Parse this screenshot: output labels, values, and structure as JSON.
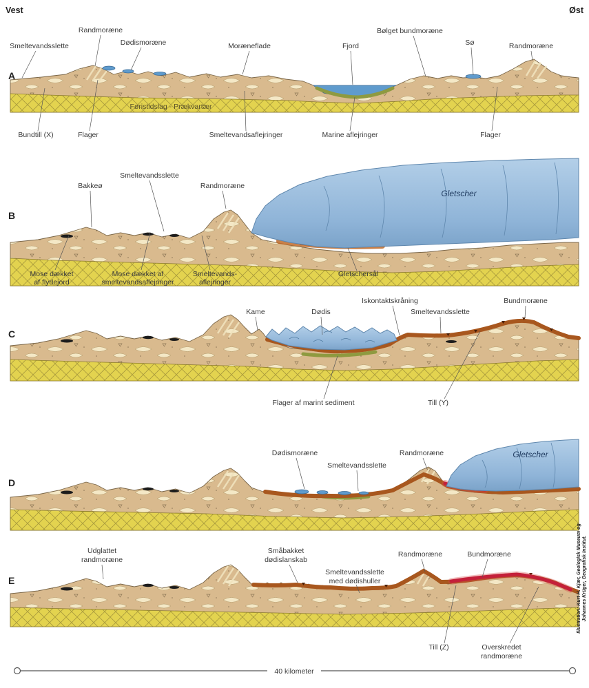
{
  "header": {
    "west": "Vest",
    "east": "Øst"
  },
  "panels": [
    {
      "letter": "A",
      "labels": {
        "smeltevandsslette": "Smeltevandsslette",
        "randmoraene_left": "Randmoræne",
        "doedismoraene": "Dødismoræne",
        "moraeneflade": "Moræneflade",
        "fjord": "Fjord",
        "boelget_bundmoraene": "Bølget bundmoræne",
        "soe": "Sø",
        "randmoraene_right": "Randmoræne",
        "foristidslag": "Føristidslag - Prækvartær",
        "bundtill": "Bundtill (X)",
        "flager_left": "Flager",
        "smeltevandsaflejringer": "Smeltevandsaflejringer",
        "marine_aflejringer": "Marine aflejringer",
        "flager_right": "Flager"
      }
    },
    {
      "letter": "B",
      "labels": {
        "bakkeoe": "Bakkeø",
        "smeltevandsslette": "Smeltevandsslette",
        "randmoraene": "Randmoræne",
        "gletscher": "Gletscher",
        "mose1_l1": "Mose dækket",
        "mose1_l2": "af flydejord",
        "mose2_l1": "Mose dækket af",
        "mose2_l2": "smeltevandsaflejringer",
        "smelte_l1": "Smeltevands-",
        "smelte_l2": "aflejringer",
        "gletschersaal": "Gletschersål"
      }
    },
    {
      "letter": "C",
      "labels": {
        "kame": "Kame",
        "doedis": "Dødis",
        "iskontaktskraaning": "Iskontaktskråning",
        "smeltevandsslette": "Smeltevandsslette",
        "bundmoraene": "Bundmoræne",
        "flager_marint": "Flager af marint sediment",
        "till_y": "Till (Y)"
      }
    },
    {
      "letter": "D",
      "labels": {
        "doedismoraene": "Dødismoræne",
        "smeltevandsslette": "Smeltevandsslette",
        "randmoraene": "Randmoræne",
        "gletscher": "Gletscher"
      }
    },
    {
      "letter": "E",
      "labels": {
        "udglattet_l1": "Udglattet",
        "udglattet_l2": "randmoræne",
        "smaabakket_l1": "Småbakket",
        "smaabakket_l2": "dødislanskab",
        "smelte_l1": "Smeltevandsslette",
        "smelte_l2": "med dødishuller",
        "randmoraene": "Randmoræne",
        "bundmoraene": "Bundmoræne",
        "till_z": "Till (Z)",
        "overskredet_l1": "Overskredet",
        "overskredet_l2": "randmoræne"
      }
    }
  ],
  "scale": {
    "label": "40 kilometer"
  },
  "credit": {
    "line1": "Illustration: Kurt H. Kjær, Geologisk Museum og",
    "line2": "Johannes Krüger, Geografisk Institut."
  },
  "colors": {
    "bedrock": "#e3d34f",
    "sediment": "#d9ba8e",
    "ice": "#8fb4d8",
    "till": "#a8571e",
    "marine": "#8e9a40",
    "red_till": "#c4203a"
  }
}
